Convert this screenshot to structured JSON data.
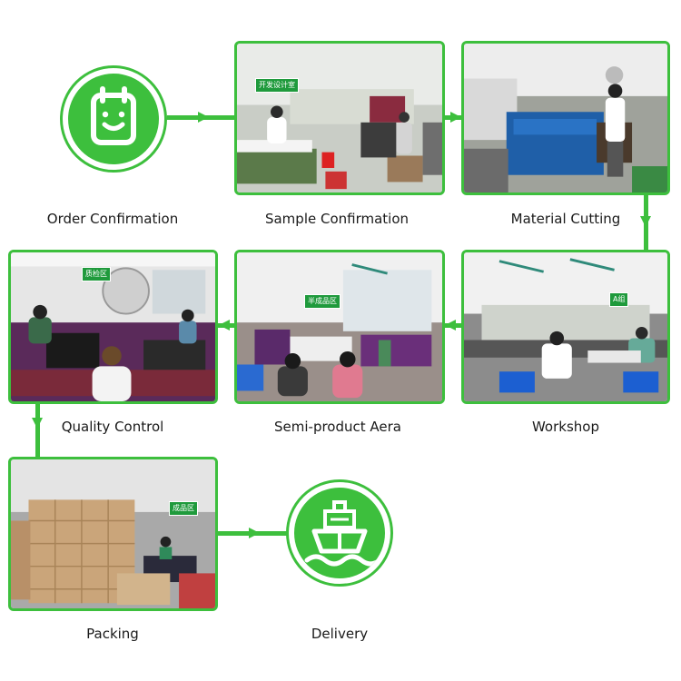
{
  "steps": [
    {
      "id": "order_confirmation",
      "label": "Order Confirmation",
      "kind": "icon",
      "icon": "clipboard-smile-icon"
    },
    {
      "id": "sample_confirmation",
      "label": "Sample Confirmation",
      "kind": "photo",
      "sign": "开发设计室"
    },
    {
      "id": "material_cutting",
      "label": "Material Cutting",
      "kind": "photo"
    },
    {
      "id": "workshop",
      "label": "Workshop",
      "kind": "photo",
      "sign": "A组"
    },
    {
      "id": "semi_product_area",
      "label": "Semi-product Aera",
      "kind": "photo",
      "sign": "半成品区"
    },
    {
      "id": "quality_control",
      "label": "Quality Control",
      "kind": "photo",
      "sign": "质检区"
    },
    {
      "id": "packing",
      "label": "Packing",
      "kind": "photo",
      "sign": "成品区"
    },
    {
      "id": "delivery",
      "label": "Delivery",
      "kind": "icon",
      "icon": "ship-icon"
    }
  ],
  "colors": {
    "accent": "#3dbf3d",
    "sign_green": "#1f9a3c"
  }
}
